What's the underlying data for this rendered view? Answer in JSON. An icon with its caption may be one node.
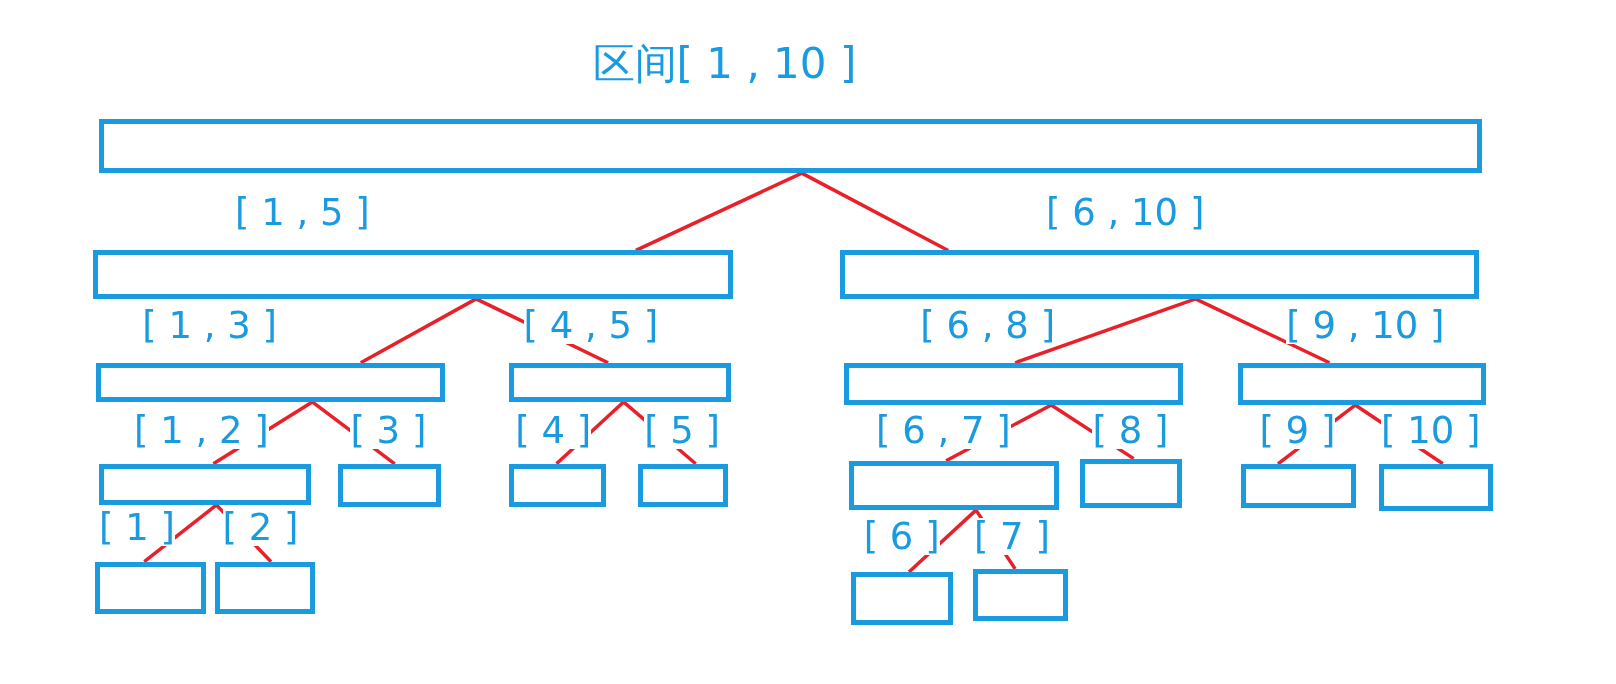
{
  "diagram": {
    "nodes": [
      {
        "text": [
          "区间[ 1 , 10 ]"
        ]
      },
      {
        "text": [
          "[ 1 , 5 ]"
        ]
      },
      {
        "text": [
          "[ 6 , 10 ]"
        ]
      },
      {
        "text": [
          "[ 1 , 3 ]"
        ]
      },
      {
        "text": [
          "[ 4 , 5 ]"
        ]
      },
      {
        "text": [
          "[ 6 , 8 ]"
        ]
      },
      {
        "text": [
          "[ 9 , 10 ]"
        ]
      },
      {
        "text": [
          "[ 1 , 2 ]"
        ]
      },
      {
        "text": [
          "[ 3 ]"
        ]
      },
      {
        "text": [
          "[ 4 ]"
        ]
      },
      {
        "text": [
          "[ 5 ]"
        ]
      },
      {
        "text": [
          "[ 6 , 7 ]"
        ]
      },
      {
        "text": [
          "[ 8 ]"
        ]
      },
      {
        "text": [
          "[ 9 ]"
        ]
      },
      {
        "text": [
          "[ 10 ]"
        ]
      },
      {
        "text": [
          "[ 1 ]"
        ]
      },
      {
        "text": [
          "[ 2 ]"
        ]
      },
      {
        "text": [
          "[ 6 ]"
        ]
      },
      {
        "text": [
          "[ 7 ]"
        ]
      }
    ],
    "edges": [
      {
        "from": 0,
        "to": 1,
        "arrow": "none"
      },
      {
        "from": 0,
        "to": 2,
        "arrow": "none"
      },
      {
        "from": 1,
        "to": 3,
        "arrow": "none"
      },
      {
        "from": 1,
        "to": 4,
        "arrow": "none"
      },
      {
        "from": 2,
        "to": 5,
        "arrow": "none"
      },
      {
        "from": 2,
        "to": 6,
        "arrow": "none"
      },
      {
        "from": 3,
        "to": 7,
        "arrow": "none"
      },
      {
        "from": 3,
        "to": 8,
        "arrow": "none"
      },
      {
        "from": 4,
        "to": 9,
        "arrow": "none"
      },
      {
        "from": 4,
        "to": 10,
        "arrow": "none"
      },
      {
        "from": 5,
        "to": 11,
        "arrow": "none"
      },
      {
        "from": 5,
        "to": 12,
        "arrow": "none"
      },
      {
        "from": 6,
        "to": 13,
        "arrow": "none"
      },
      {
        "from": 6,
        "to": 14,
        "arrow": "none"
      },
      {
        "from": 7,
        "to": 15,
        "arrow": "none"
      },
      {
        "from": 7,
        "to": 16,
        "arrow": "none"
      },
      {
        "from": 11,
        "to": 17,
        "arrow": "none"
      },
      {
        "from": 11,
        "to": 18,
        "arrow": "none"
      }
    ]
  }
}
